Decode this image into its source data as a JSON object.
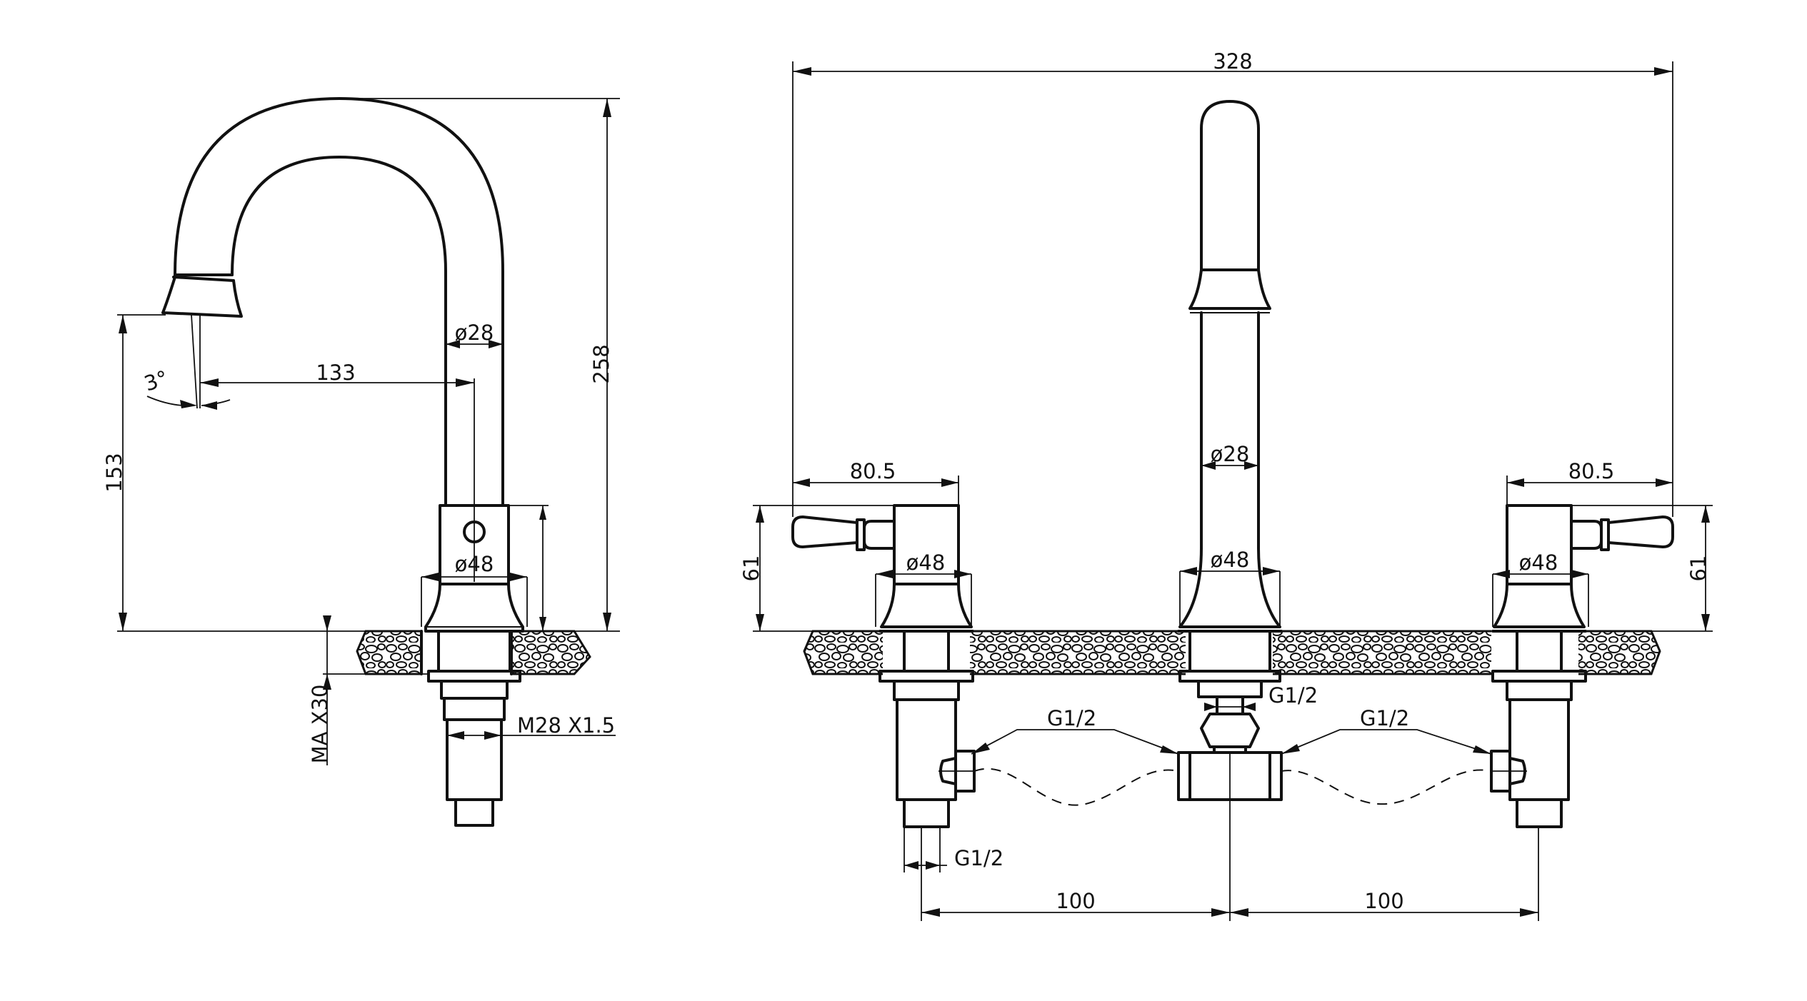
{
  "side_view": {
    "spout_reach": "133",
    "total_height": "258",
    "spout_height": "153",
    "spout_diameter": "ø28",
    "body_diameter": "ø48",
    "spout_angle": "3°",
    "max_thickness": "MA X30",
    "thread": "M28 X1.5"
  },
  "front_view": {
    "total_width": "328",
    "handle_width_left": "80.5",
    "handle_width_right": "80.5",
    "handle_height_left": "61",
    "handle_height_right": "61",
    "spout_diameter": "ø28",
    "spout_base_diameter": "ø48",
    "left_valve_diameter": "ø48",
    "right_valve_diameter": "ø48",
    "center_connection": "G1/2",
    "left_hose_connection": "G1/2",
    "right_hose_connection": "G1/2",
    "inlet_connection": "G1/2",
    "spacing_left": "100",
    "spacing_right": "100"
  },
  "colors": {
    "line": "#111111",
    "background": "#ffffff"
  }
}
